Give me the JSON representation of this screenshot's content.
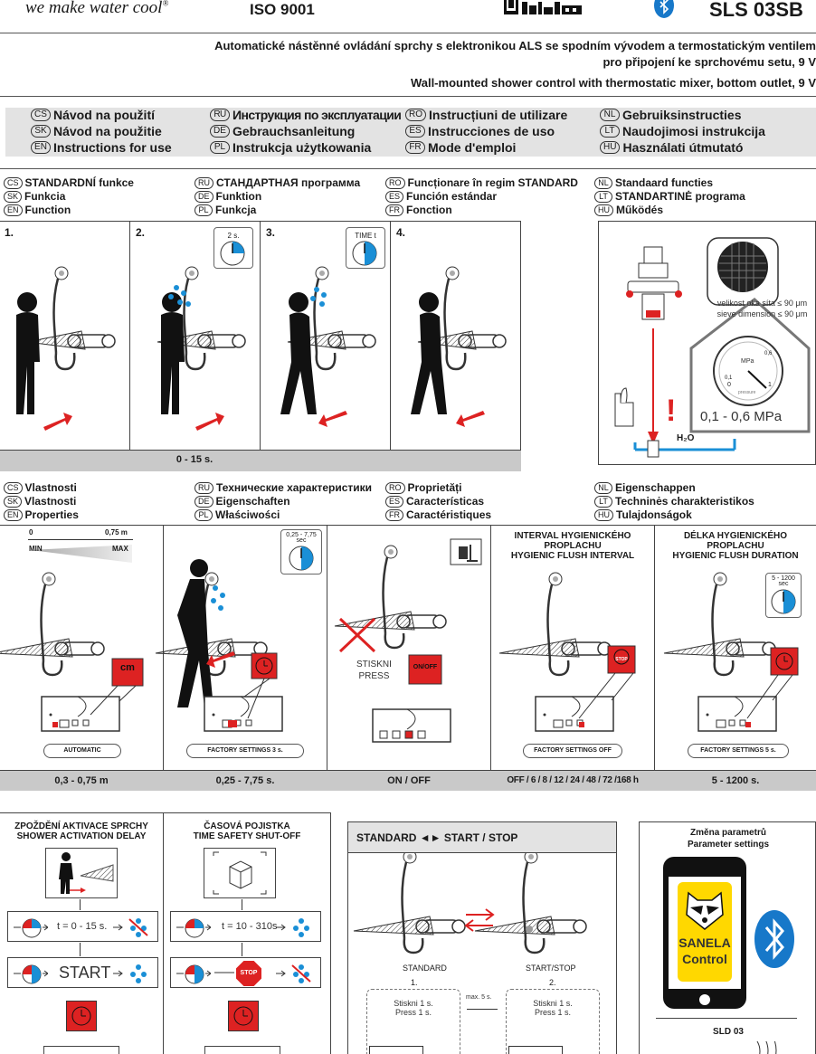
{
  "header": {
    "tagline": "we make water cool",
    "reg": "®",
    "iso": "ISO 9001",
    "model": "SLS 03SB",
    "desc_cs_1": "Automatické nástěnné ovládání sprchy s elektronikou ALS se spodním vývodem a termostatickým ventilem",
    "desc_cs_2": "pro připojení ke sprchovému setu, 9 V",
    "desc_en": "Wall-mounted shower control with thermostatic mixer, bottom outlet, 9 V"
  },
  "manuals": [
    {
      "code": "CS",
      "label": "Návod na použití"
    },
    {
      "code": "RU",
      "label": "Инструкция по эксплуатации"
    },
    {
      "code": "RO",
      "label": "Instrucțiuni de utilizare"
    },
    {
      "code": "NL",
      "label": "Gebruiksinstructies"
    },
    {
      "code": "SK",
      "label": "Návod na použitie"
    },
    {
      "code": "DE",
      "label": "Gebrauchsanleitung"
    },
    {
      "code": "ES",
      "label": "Instrucciones de uso"
    },
    {
      "code": "LT",
      "label": "Naudojimosi instrukcija"
    },
    {
      "code": "EN",
      "label": "Instructions for use"
    },
    {
      "code": "PL",
      "label": "Instrukcja użytkowania"
    },
    {
      "code": "FR",
      "label": "Mode d'emploi"
    },
    {
      "code": "HU",
      "label": "Használati útmutató"
    }
  ],
  "function_labels": [
    {
      "code": "CS",
      "label": "STANDARDNÍ funkce"
    },
    {
      "code": "SK",
      "label": "Funkcia"
    },
    {
      "code": "EN",
      "label": "Function"
    },
    {
      "code": "RU",
      "label": "СТАНДАРТНАЯ программа"
    },
    {
      "code": "DE",
      "label": "Funktion"
    },
    {
      "code": "PL",
      "label": "Funkcja"
    },
    {
      "code": "RO",
      "label": "Funcționare în regim STANDARD"
    },
    {
      "code": "ES",
      "label": "Función estándar"
    },
    {
      "code": "FR",
      "label": "Fonction"
    },
    {
      "code": "NL",
      "label": "Standaard functies"
    },
    {
      "code": "LT",
      "label": "STANDARTINĖ programa"
    },
    {
      "code": "HU",
      "label": "Működés"
    }
  ],
  "steps": {
    "s1": "1.",
    "s2": "2.",
    "s3": "3.",
    "s4": "4.",
    "s2_badge": "2 s.",
    "s3_badge": "TIME t",
    "bar2": "0 - 15 s."
  },
  "filter": {
    "mesh_cs": "velikost oka síta ≤ 90 μm",
    "mesh_en": "sieve dimension ≤ 90 μm",
    "gauge_unit": "MPa",
    "gauge_06": "0,6",
    "gauge_01": "0,1",
    "gauge_0": "0",
    "gauge_1": "1",
    "gauge_pressure": "pressure",
    "pressure_range": "0,1 - 0,6 MPa",
    "water": "H₂O",
    "warn": "!"
  },
  "property_labels": [
    {
      "code": "CS",
      "label": "Vlastnosti"
    },
    {
      "code": "SK",
      "label": "Vlastnosti"
    },
    {
      "code": "EN",
      "label": "Properties"
    },
    {
      "code": "RU",
      "label": "Технические характеристики"
    },
    {
      "code": "DE",
      "label": "Eigenschaften"
    },
    {
      "code": "PL",
      "label": "Właściwości"
    },
    {
      "code": "RO",
      "label": "Proprietăți"
    },
    {
      "code": "ES",
      "label": "Características"
    },
    {
      "code": "FR",
      "label": "Caractéristiques"
    },
    {
      "code": "NL",
      "label": "Eigenschappen"
    },
    {
      "code": "LT",
      "label": "Techninės charakteristikos"
    },
    {
      "code": "HU",
      "label": "Tulajdonságok"
    }
  ],
  "properties": {
    "p1_0": "0",
    "p1_075": "0,75 m",
    "p1_min": "MIN",
    "p1_max": "MAX",
    "p1_btn": "cm",
    "p1_pill": "AUTOMATIC",
    "p1_bar": "0,3 - 0,75 m",
    "p2_badge_1": "0,25 - 7,75",
    "p2_badge_2": "sec",
    "p2_pill": "FACTORY SETTINGS 3 s.",
    "p2_bar": "0,25 - 7,75 s.",
    "p3_press_cs": "STISKNI",
    "p3_press_en": "PRESS",
    "p3_btn": "ON/OFF",
    "p3_bar": "ON / OFF",
    "p4_title_1": "INTERVAL HYGIENICKÉHO",
    "p4_title_2": "PROPLACHU",
    "p4_title_3": "HYGIENIC FLUSH INTERVAL",
    "p4_btn": "STOP",
    "p4_pill": "FACTORY SETTINGS OFF",
    "p4_bar": "OFF / 6 / 8 / 12 / 24 / 48 / 72 /168 h",
    "p5_title_1": "DÉLKA HYGIENICKÉHO",
    "p5_title_2": "PROPLACHU",
    "p5_title_3": "HYGIENIC FLUSH DURATION",
    "p5_badge_1": "5 - 1200",
    "p5_badge_2": "sec",
    "p5_pill": "FACTORY SETTINGS 5 s.",
    "p5_bar": "5 - 1200 s."
  },
  "bottom": {
    "delay_1": "ZPOŽDĚNÍ AKTIVACE SPRCHY",
    "delay_2": "SHOWER ACTIVATION DELAY",
    "delay_t": "t = 0 - 15 s.",
    "delay_start": "START",
    "safety_1": "ČASOVÁ POJISTKA",
    "safety_2": "TIME SAFETY SHUT-OFF",
    "safety_t": "t = 10 - 310s",
    "safety_stop": "STOP",
    "std_title": "STANDARD ◄► START / STOP",
    "std_left": "STANDARD",
    "std_right": "START/STOP",
    "std_n1": "1.",
    "std_n2": "2.",
    "std_press_cs_1": "Stiskni 1 s.",
    "std_press_en_1": "Press 1 s.",
    "std_max": "max. 5 s.",
    "std_press_cs_2": "Stiskni 1 s.",
    "std_press_en_2": "Press 1 s.",
    "param_1": "Změna parametrů",
    "param_2": "Parameter settings",
    "app_1": "SANELA",
    "app_2": "Control",
    "sld": "SLD 03"
  }
}
